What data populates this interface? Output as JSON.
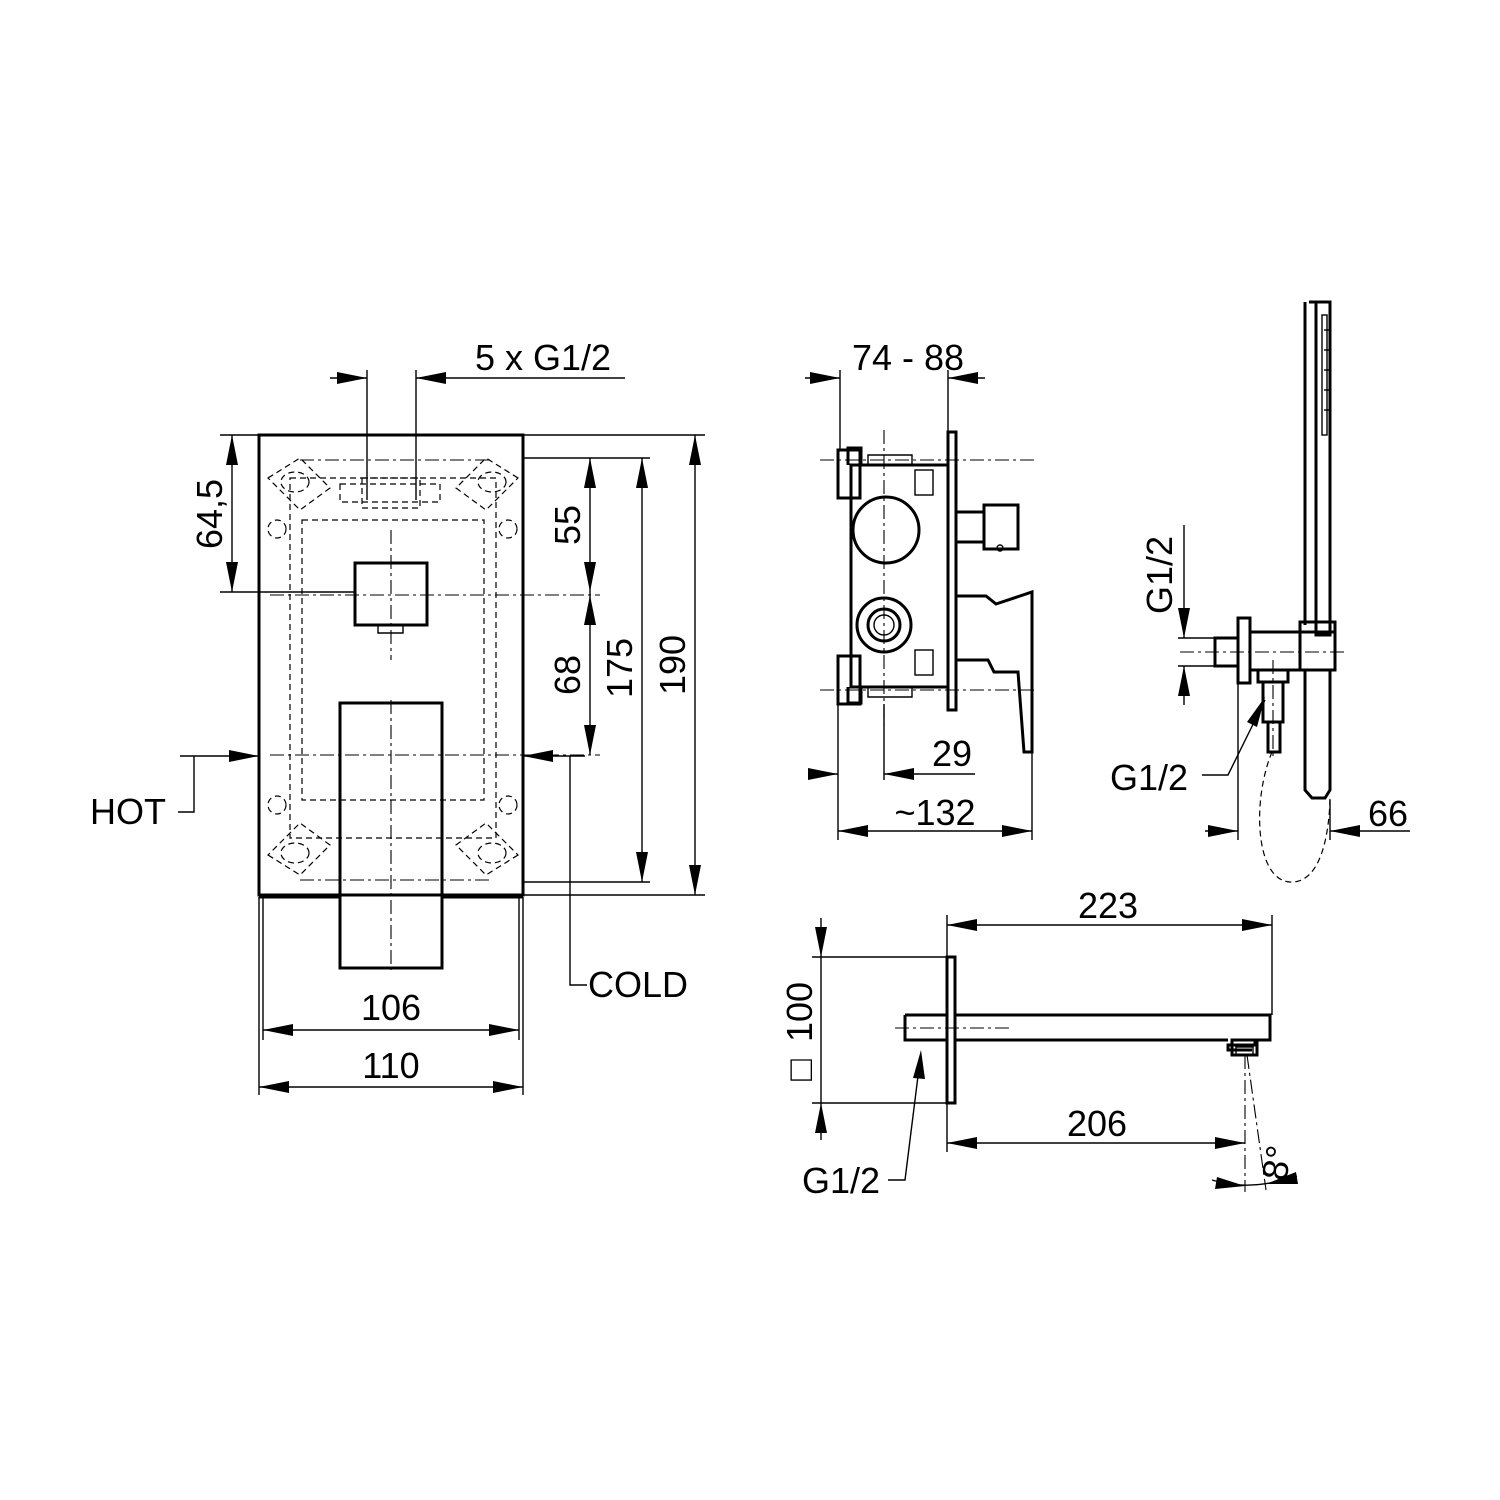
{
  "front_view": {
    "connections": "5 x G1/2",
    "dim_top_offset": "64,5",
    "dim_upper": "55",
    "dim_lower": "68",
    "dim_inner_height": "175",
    "dim_outer_height": "190",
    "dim_inner_width": "106",
    "dim_outer_width": "110",
    "hot": "HOT",
    "cold": "COLD"
  },
  "side_view": {
    "dim_depth": "74 - 88",
    "dim_29": "29",
    "dim_132": "~132"
  },
  "shower_view": {
    "thread_top": "G1/2",
    "thread_bottom": "G1/2",
    "dim_66": "66"
  },
  "spout_view": {
    "dim_223": "223",
    "dim_206": "206",
    "dim_100": "100",
    "square_symbol": "□",
    "thread": "G1/2",
    "angle": "8°"
  }
}
